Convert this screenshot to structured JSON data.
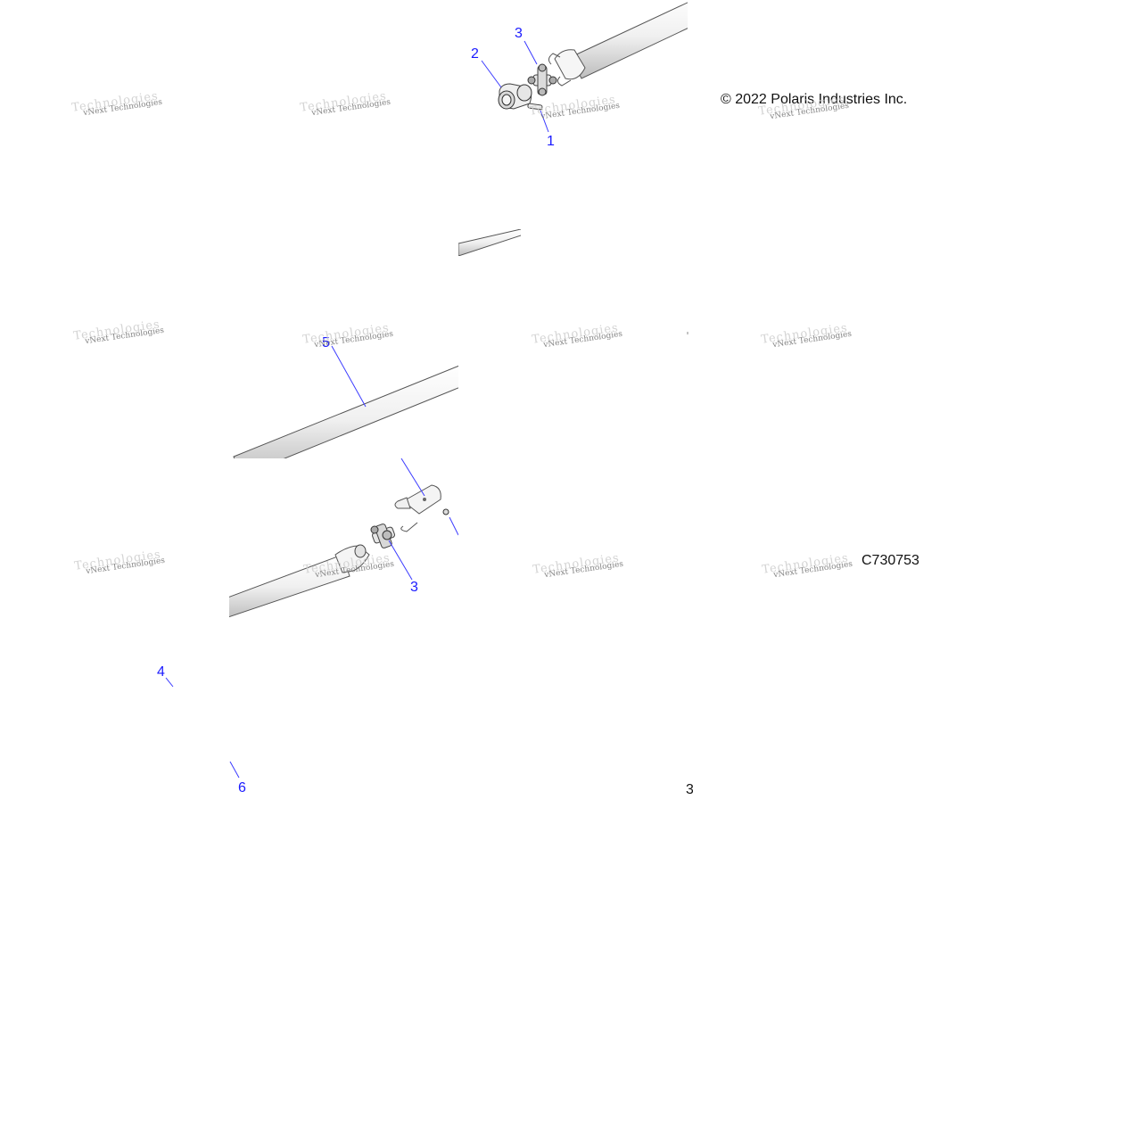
{
  "copyright": "© 2022 Polaris Industries Inc.",
  "figure_id": "C730753",
  "fragment_char": "3",
  "watermark_text": "vNext Technologies",
  "callouts": [
    "1",
    "2",
    "3",
    "3",
    "4",
    "5",
    "6"
  ],
  "colors": {
    "callout": "#1a1aff",
    "leader": "#3a3aff",
    "part_outline": "#555555",
    "part_fill": "#f4f4f4"
  }
}
